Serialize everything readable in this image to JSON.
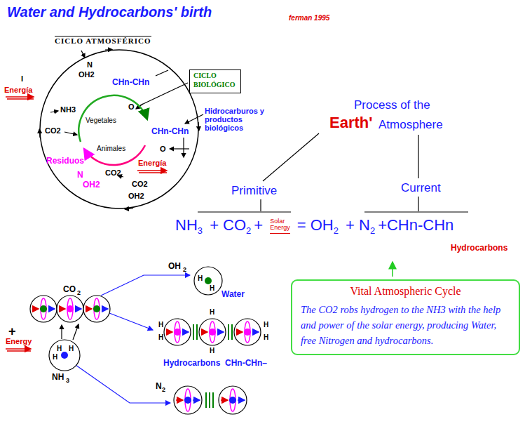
{
  "diagram": {
    "title": "Water and Hydrocarbons' birth",
    "nodes": [
      {
        "text": [
          "CICLO ATMOSFÉRICO"
        ]
      },
      {
        "text": [
          "CICLO BIOLÓGICO"
        ]
      },
      {
        "text": [
          "Vital Atmospheric Cycle",
          "The CO2 robs hydrogen to the NH3 with the help and power of the solar energy, producing Water, free Nitrogen and hydrocarbons."
        ]
      }
    ],
    "labels": [
      "ferman 1995",
      "I",
      "Energía",
      "N",
      "OH2",
      "CHn-CHn",
      "NH3",
      "O",
      "Vegetales",
      "CHn-CHn",
      "CO2",
      "Animales",
      "O",
      "Residuos",
      "CO2",
      "Energía",
      "N",
      "CO2",
      "OH2",
      "OH2",
      "Hidrocarburos y productos biológicos",
      "Process of the",
      "Earth'",
      "Atmosphere",
      "Primitive",
      "Current",
      "NH",
      "3",
      " + CO",
      "2",
      "+",
      "Solar",
      "Energy",
      "= OH",
      "2",
      " + N",
      "2",
      "+CHn-CHn",
      "Hydrocarbons",
      "OH",
      "2",
      "Water",
      "CO",
      "2",
      "+",
      "Energy",
      "NH",
      "3",
      "Hydrocarbons  CHn-CHn–",
      "N",
      "2",
      "H",
      "H",
      "H",
      "H",
      "H",
      "H",
      "H",
      "H",
      "H",
      "H",
      "H"
    ]
  }
}
